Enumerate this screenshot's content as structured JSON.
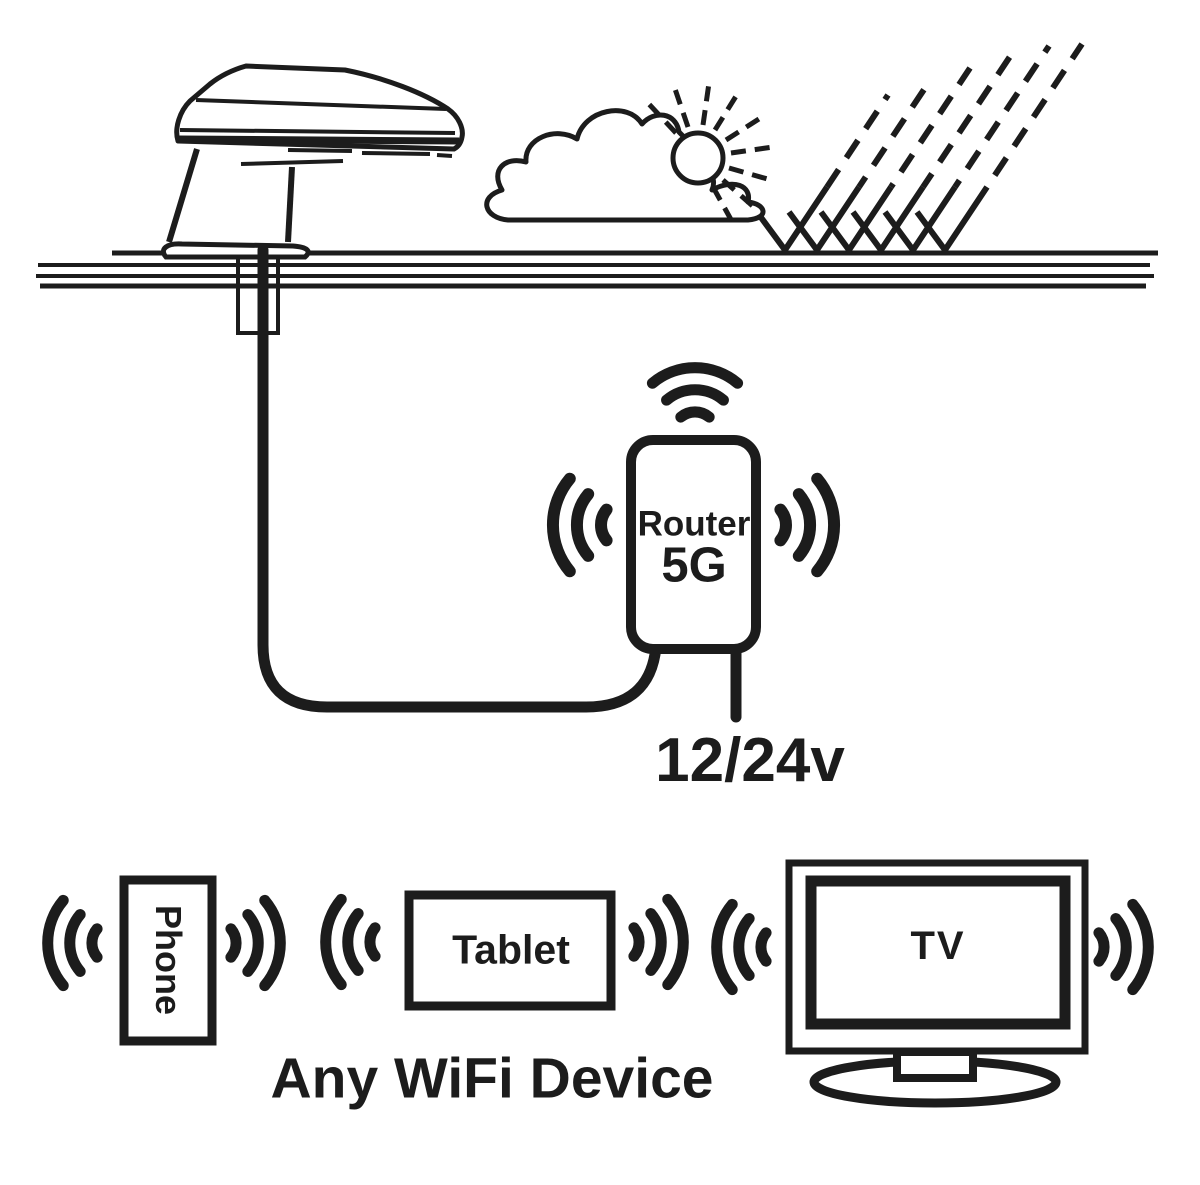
{
  "colors": {
    "ink": "#1c1c1c",
    "background": "#ffffff"
  },
  "router": {
    "label": "Router",
    "tech": "5G"
  },
  "power": {
    "label": "12/24v"
  },
  "devices": {
    "phone": "Phone",
    "tablet": "Tablet",
    "tv": "TV"
  },
  "caption": "Any WiFi Device",
  "icons": {
    "antenna": "roof-antenna-icon",
    "roof": "roof-lines",
    "cloud": "cloud-icon",
    "sun": "sun-icon",
    "rain": "rain-signal-icon",
    "wifi": "wifi-signal-icon",
    "cable": "antenna-cable",
    "power_cable": "power-cable",
    "router_box": "router-box",
    "phone": "phone-icon",
    "tablet": "tablet-icon",
    "tv": "tv-icon"
  }
}
